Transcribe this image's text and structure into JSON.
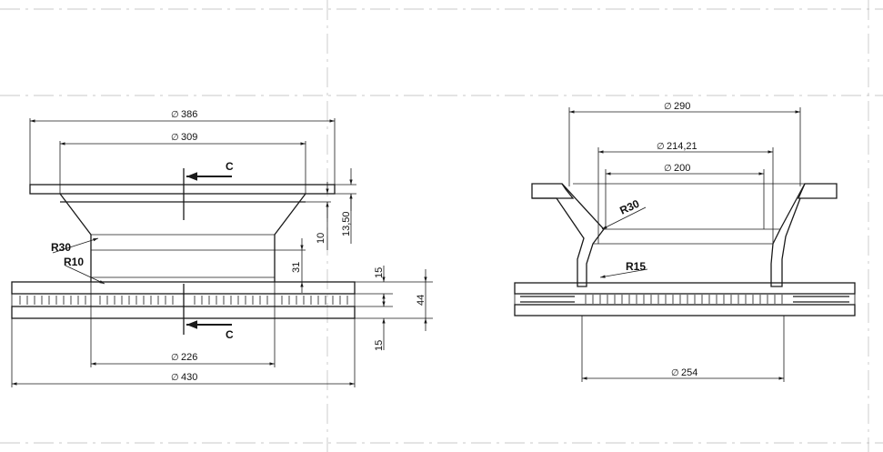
{
  "left_view": {
    "dims": {
      "d386": "386",
      "d309": "309",
      "d226": "226",
      "d430": "430",
      "h13_50": "13,50",
      "h10": "10",
      "h31": "31",
      "h15_top": "15",
      "h44": "44",
      "h15_bottom": "15"
    },
    "radii": {
      "r30": "R30",
      "r10": "R10"
    },
    "section_label": "C"
  },
  "right_view": {
    "dims": {
      "d290": "290",
      "d214_21": "214,21",
      "d200": "200",
      "d254": "254"
    },
    "radii": {
      "r30": "R30",
      "r15": "R15"
    }
  },
  "symbols": {
    "diameter": "∅"
  }
}
